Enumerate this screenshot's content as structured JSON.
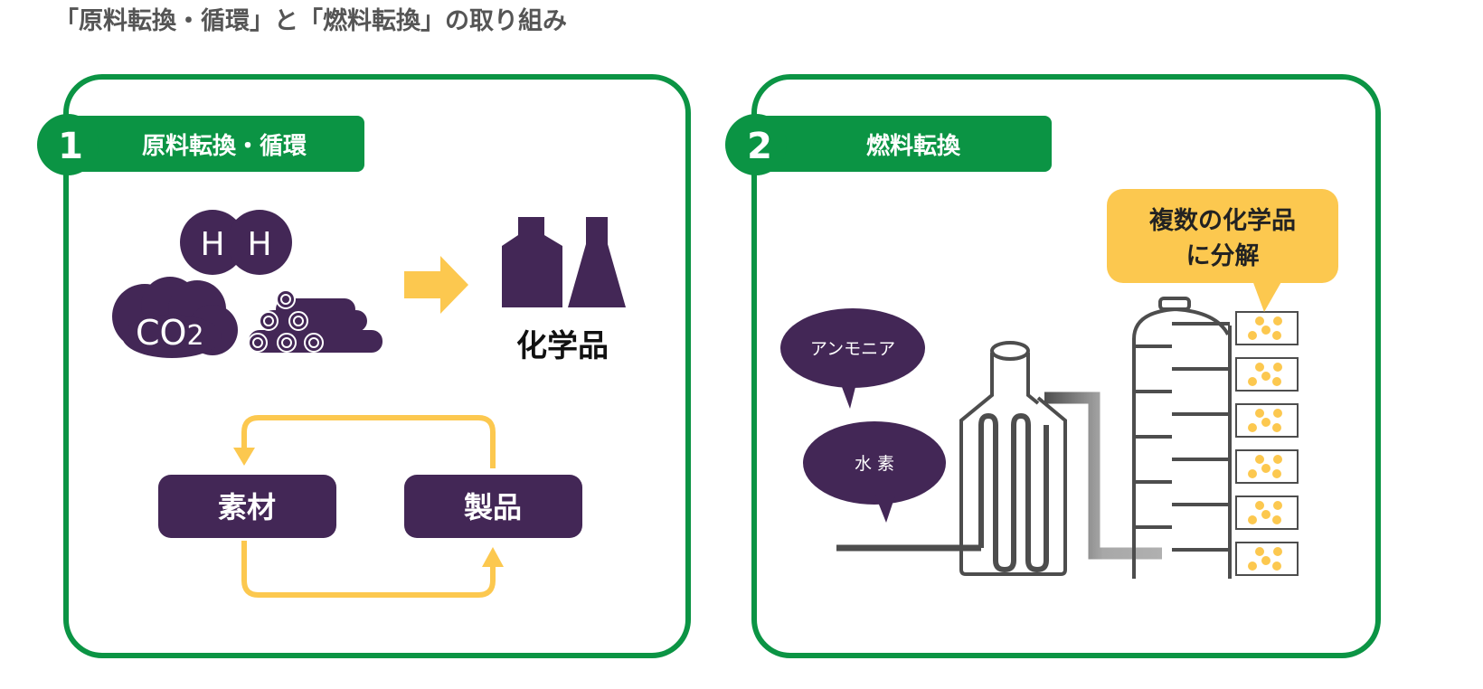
{
  "title": "「原料転換・循環」と「燃料転換」の取り組み",
  "colors": {
    "green": "#0b9444",
    "purple": "#432756",
    "yellow": "#fcc84f",
    "gray": "#4d4d4d"
  },
  "panel1": {
    "number": "1",
    "label": "原料転換・循環",
    "h_atom": "H",
    "co2": "CO",
    "co2_sub": "2",
    "product": "化学品",
    "material": "素材",
    "goods": "製品"
  },
  "panel2": {
    "number": "2",
    "label": "燃料転換",
    "bubble_ammonia": "アンモニア",
    "bubble_hydrogen": "水 素",
    "callout_line1": "複数の化学品",
    "callout_line2": "に分解"
  }
}
